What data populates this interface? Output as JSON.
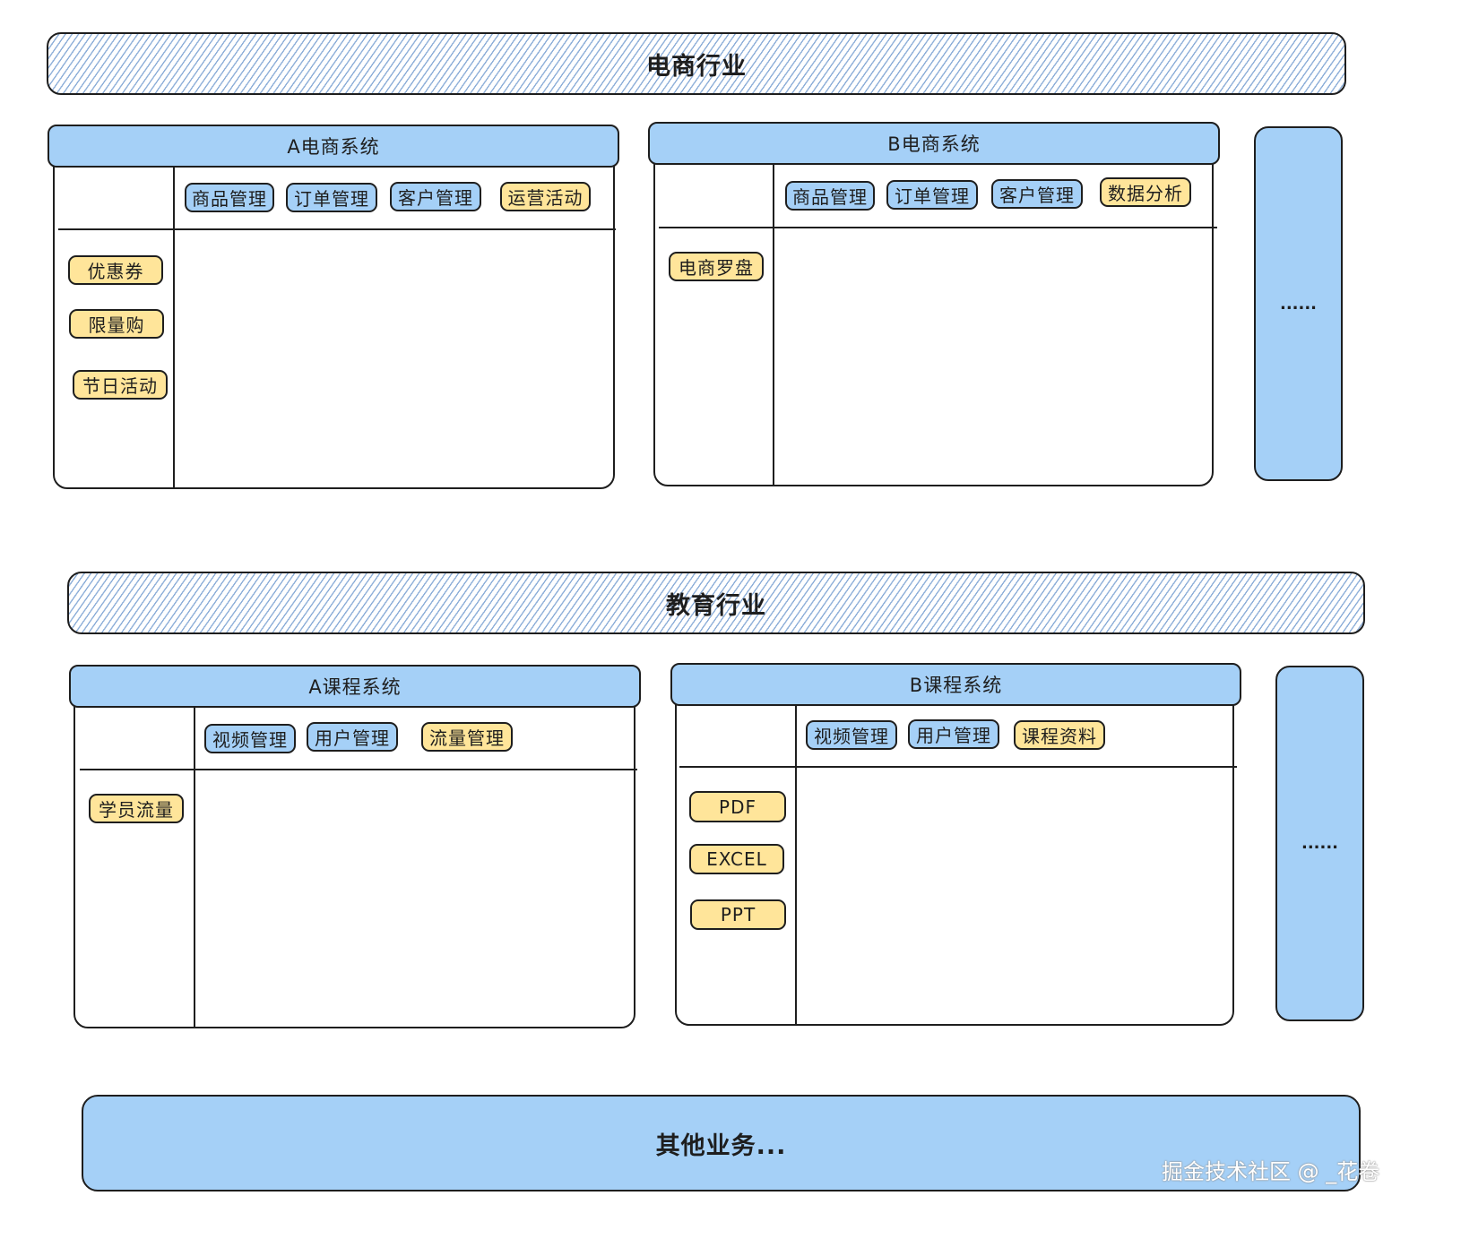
{
  "ecommerce": {
    "title": "电商行业",
    "system_a": {
      "title": "A电商系统",
      "top_tags": [
        "商品管理",
        "订单管理",
        "客户管理",
        "运营活动"
      ],
      "side_tags": [
        "优惠券",
        "限量购",
        "节日活动"
      ]
    },
    "system_b": {
      "title": "B电商系统",
      "top_tags": [
        "商品管理",
        "订单管理",
        "客户管理",
        "数据分析"
      ],
      "side_tags": [
        "电商罗盘"
      ]
    },
    "more": "......"
  },
  "education": {
    "title": "教育行业",
    "system_a": {
      "title": "A课程系统",
      "top_tags": [
        "视频管理",
        "用户管理",
        "流量管理"
      ],
      "side_tags": [
        "学员流量"
      ]
    },
    "system_b": {
      "title": "B课程系统",
      "top_tags": [
        "视频管理",
        "用户管理",
        "课程资料"
      ],
      "side_tags": [
        "PDF",
        "EXCEL",
        "PPT"
      ]
    },
    "more": "......"
  },
  "other": {
    "title": "其他业务..."
  },
  "watermark": "掘金技术社区 @ _花卷",
  "colors": {
    "blue": "#a5d0f7",
    "yellow": "#ffe59a",
    "stroke": "#1e1e1e",
    "hatch": "#6894cc"
  }
}
